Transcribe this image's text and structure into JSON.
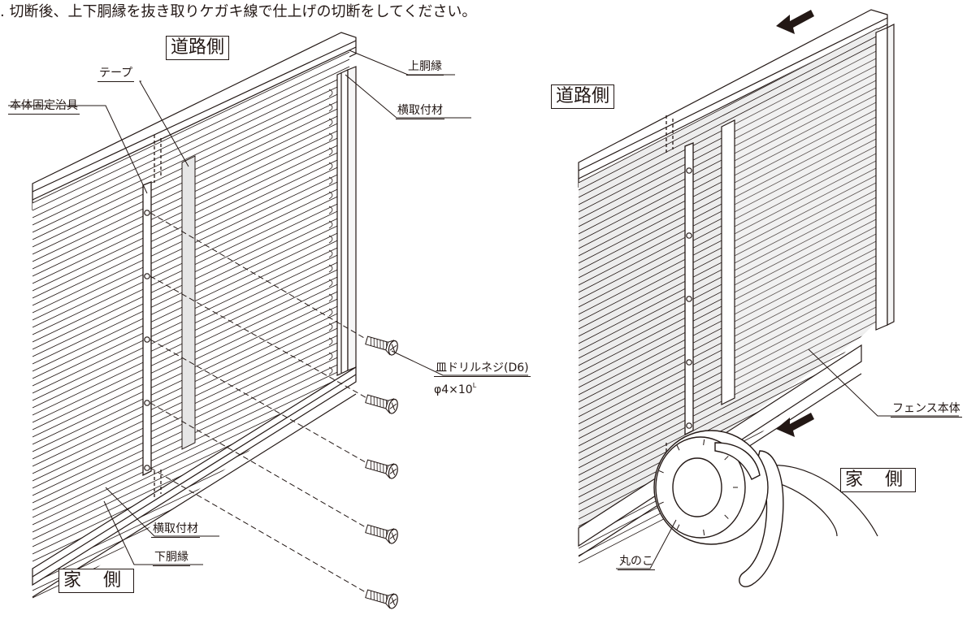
{
  "instruction": ". 切断後、上下胴縁を抜き取りケガキ線で仕上げの切断をしてください。",
  "left_figure": {
    "side_top": "道路側",
    "side_bottom": "家 側",
    "labels": {
      "upper_rail": "上胴縁",
      "cross_member_top": "横取付材",
      "tape": "テープ",
      "fixing_jig": "本体固定治具",
      "screw_name": "皿ドリルネジ(D6)",
      "screw_size": "φ4×10",
      "screw_size_sup": "L",
      "cross_member_bottom": "横取付材",
      "lower_rail": "下胴縁"
    }
  },
  "right_figure": {
    "side_top": "道路側",
    "side_bottom": "家 側",
    "labels": {
      "fence_body": "フェンス本体",
      "circular_saw": "丸のこ"
    }
  },
  "colors": {
    "line": "#231815",
    "fill_light": "#ededed",
    "fill_white": "#ffffff"
  }
}
